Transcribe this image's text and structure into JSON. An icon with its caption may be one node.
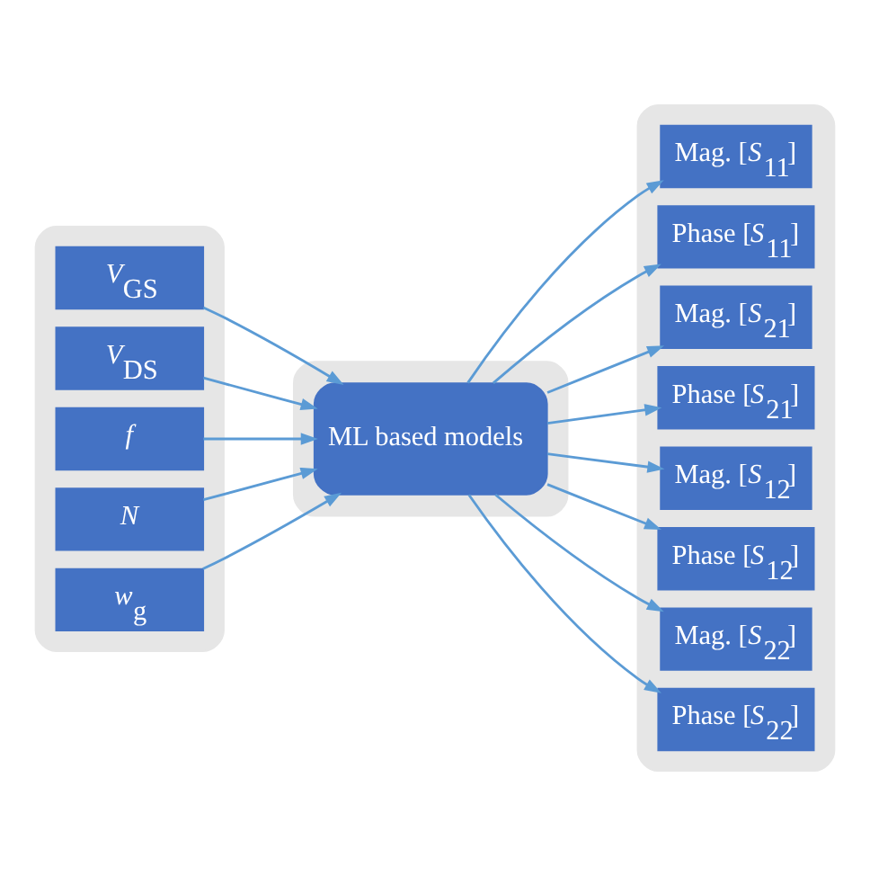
{
  "diagram": {
    "nodes": [
      {
        "text": [],
        "shape": "box"
      },
      {
        "text": [
          "*V*$_{GS}$"
        ],
        "in": 0
      },
      {
        "text": [
          "*V*$_{DS}$"
        ],
        "in": 0
      },
      {
        "text": [
          "*f*"
        ],
        "in": 0
      },
      {
        "text": [
          "*N*"
        ],
        "in": 0
      },
      {
        "text": [
          "*w*$_{g}$"
        ],
        "in": 0
      },
      {
        "text": [],
        "shape": "box"
      },
      {
        "text": [
          "ML based models"
        ],
        "in": 6
      },
      {
        "text": [],
        "shape": "box"
      },
      {
        "text": [
          "Mag. [*S*$_{11}$]"
        ],
        "in": 8
      },
      {
        "text": [
          "Phase [*S*$_{11}$]"
        ],
        "in": 8
      },
      {
        "text": [
          "Mag. [*S*$_{21}$]"
        ],
        "in": 8
      },
      {
        "text": [
          "Phase [*S*$_{21}$]"
        ],
        "in": 8
      },
      {
        "text": [
          "Mag. [*S*$_{12}$]"
        ],
        "in": 8
      },
      {
        "text": [
          "Phase [*S*$_{12}$]"
        ],
        "in": 8
      },
      {
        "text": [
          "Mag. [*S*$_{22}$]"
        ],
        "in": 8
      },
      {
        "text": [
          "Phase [*S*$_{22}$]"
        ],
        "in": 8
      }
    ],
    "edges": [
      {
        "from": 1,
        "to": 7,
        "arrow": "to"
      },
      {
        "from": 2,
        "to": 7,
        "arrow": "to"
      },
      {
        "from": 3,
        "to": 7,
        "arrow": "to"
      },
      {
        "from": 4,
        "to": 7,
        "arrow": "to"
      },
      {
        "from": 5,
        "to": 7,
        "arrow": "to"
      },
      {
        "from": 7,
        "to": 9,
        "arrow": "to"
      },
      {
        "from": 7,
        "to": 10,
        "arrow": "to"
      },
      {
        "from": 7,
        "to": 11,
        "arrow": "to"
      },
      {
        "from": 7,
        "to": 12,
        "arrow": "to"
      },
      {
        "from": 7,
        "to": 13,
        "arrow": "to"
      },
      {
        "from": 7,
        "to": 14,
        "arrow": "to"
      },
      {
        "from": 7,
        "to": 15,
        "arrow": "to"
      },
      {
        "from": 7,
        "to": 16,
        "arrow": "to"
      }
    ]
  }
}
